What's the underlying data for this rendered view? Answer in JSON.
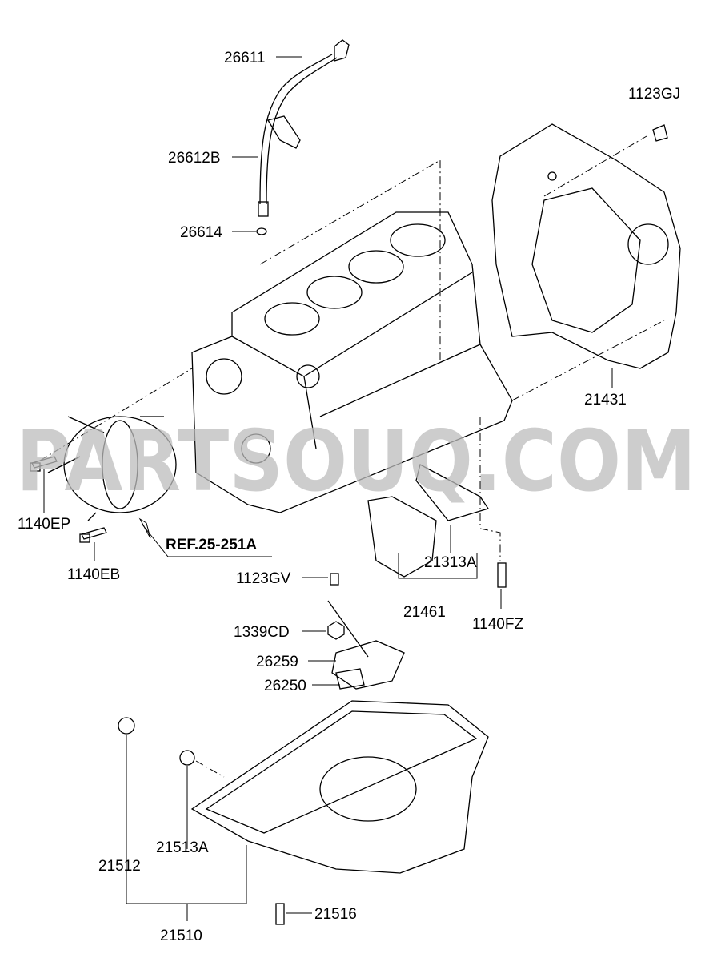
{
  "diagram": {
    "watermark": "PARTSOUQ.COM",
    "reference": "REF.25-251A",
    "callouts": {
      "c26611": "26611",
      "c26612B": "26612B",
      "c26614": "26614",
      "c1123GJ": "1123GJ",
      "c21431": "21431",
      "c1140EP": "1140EP",
      "c1140EB": "1140EB",
      "c21313A": "21313A",
      "c21461": "21461",
      "c1140FZ": "1140FZ",
      "c1123GV": "1123GV",
      "c1339CD": "1339CD",
      "c26259": "26259",
      "c26250": "26250",
      "c21512": "21512",
      "c21513A": "21513A",
      "c21510": "21510",
      "c21516": "21516"
    }
  }
}
